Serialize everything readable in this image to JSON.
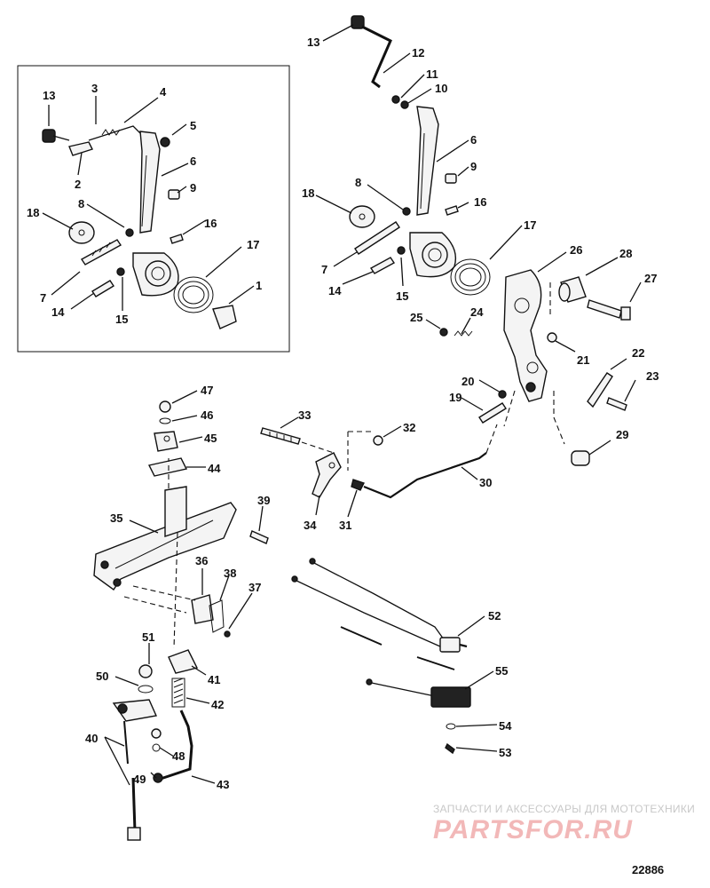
{
  "callouts": {
    "i1": "1",
    "i2": "2",
    "i3": "3",
    "i4": "4",
    "i5": "5",
    "i6": "6",
    "i7": "7",
    "i8": "8",
    "i9": "9",
    "i13": "13",
    "i14": "14",
    "i15": "15",
    "i16": "16",
    "i17": "17",
    "i18": "18",
    "m6": "6",
    "m7": "7",
    "m8": "8",
    "m9": "9",
    "m10": "10",
    "m11": "11",
    "m12": "12",
    "m13": "13",
    "m14": "14",
    "m15": "15",
    "m16": "16",
    "m17": "17",
    "m18": "18",
    "n19": "19",
    "n20": "20",
    "n21": "21",
    "n22": "22",
    "n23": "23",
    "n24": "24",
    "n25": "25",
    "n26": "26",
    "n27": "27",
    "n28": "28",
    "n29": "29",
    "n30": "30",
    "n31": "31",
    "n32": "32",
    "n33": "33",
    "n34": "34",
    "b35": "35",
    "b36": "36",
    "b37": "37",
    "b38": "38",
    "b39": "39",
    "b40": "40",
    "b41": "41",
    "b42": "42",
    "b43": "43",
    "b44": "44",
    "b45": "45",
    "b46": "46",
    "b47": "47",
    "b48": "48",
    "b49": "49",
    "b50": "50",
    "b51": "51",
    "w52": "52",
    "w53": "53",
    "w54": "54",
    "w55": "55"
  },
  "watermark": {
    "tagline": "ЗАПЧАСТИ И АКСЕССУАРЫ ДЛЯ МОТОТЕХНИКИ",
    "brand": "PARTSFOR.RU"
  },
  "reference_number": "22886",
  "colors": {
    "ink": "#111111",
    "watermark_text": "#c8c8c8",
    "watermark_brand": "#f2b8b8"
  }
}
